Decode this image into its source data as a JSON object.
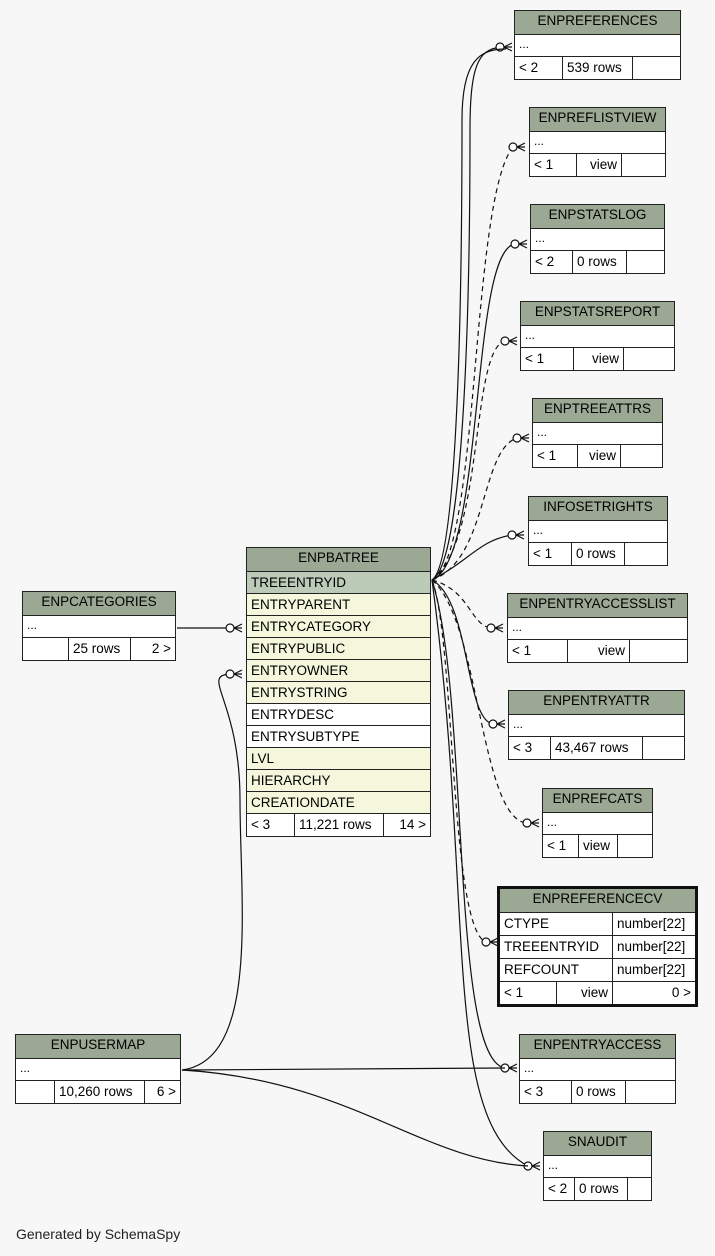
{
  "diagram_title": "",
  "tables": {
    "enpreferences": {
      "name": "ENPREFERENCES",
      "cols": "...",
      "foot": [
        "< 2",
        "539 rows",
        ""
      ]
    },
    "enpreflistview": {
      "name": "ENPREFLISTVIEW",
      "cols": "...",
      "foot": [
        "< 1",
        "view",
        ""
      ]
    },
    "enpstatslog": {
      "name": "ENPSTATSLOG",
      "cols": "...",
      "foot": [
        "< 2",
        "0 rows",
        ""
      ]
    },
    "enpstatsreport": {
      "name": "ENPSTATSREPORT",
      "cols": "...",
      "foot": [
        "< 1",
        "view",
        ""
      ]
    },
    "enptreeattrs": {
      "name": "ENPTREEATTRS",
      "cols": "...",
      "foot": [
        "< 1",
        "view",
        ""
      ]
    },
    "infosetrights": {
      "name": "INFOSETRIGHTS",
      "cols": "...",
      "foot": [
        "< 1",
        "0 rows",
        ""
      ]
    },
    "enpentryaccesslist": {
      "name": "ENPENTRYACCESSLIST",
      "cols": "...",
      "foot": [
        "< 1",
        "view",
        ""
      ]
    },
    "enpentryattr": {
      "name": "ENPENTRYATTR",
      "cols": "...",
      "foot": [
        "< 3",
        "43,467 rows",
        ""
      ]
    },
    "enprefcats": {
      "name": "ENPREFCATS",
      "cols": "...",
      "foot": [
        "< 1",
        "view",
        ""
      ]
    },
    "enpreferencecv": {
      "name": "ENPREFERENCECV",
      "rows": [
        {
          "col": "CTYPE",
          "type": "number[22]"
        },
        {
          "col": "TREEENTRYID",
          "type": "number[22]"
        },
        {
          "col": "REFCOUNT",
          "type": "number[22]"
        }
      ],
      "foot": [
        "< 1",
        "view",
        "0 >"
      ]
    },
    "enpentryaccess": {
      "name": "ENPENTRYACCESS",
      "cols": "...",
      "foot": [
        "< 3",
        "0 rows",
        ""
      ]
    },
    "snaudit": {
      "name": "SNAUDIT",
      "cols": "...",
      "foot": [
        "< 2",
        "0 rows",
        ""
      ]
    },
    "enpcategories": {
      "name": "ENPCATEGORIES",
      "cols": "...",
      "foot": [
        "",
        "25 rows",
        "2 >"
      ]
    },
    "enpusermap": {
      "name": "ENPUSERMAP",
      "cols": "...",
      "foot": [
        "",
        "10,260 rows",
        "6 >"
      ]
    },
    "enpbatree": {
      "name": "ENPBATREE",
      "columns": [
        {
          "name": "TREEENTRYID",
          "kind": "pk"
        },
        {
          "name": "ENTRYPARENT",
          "kind": "fk"
        },
        {
          "name": "ENTRYCATEGORY",
          "kind": "fk"
        },
        {
          "name": "ENTRYPUBLIC",
          "kind": "fk"
        },
        {
          "name": "ENTRYOWNER",
          "kind": "fk"
        },
        {
          "name": "ENTRYSTRING",
          "kind": "fk"
        },
        {
          "name": "ENTRYDESC",
          "kind": "plain"
        },
        {
          "name": "ENTRYSUBTYPE",
          "kind": "plain"
        },
        {
          "name": "LVL",
          "kind": "fk"
        },
        {
          "name": "HIERARCHY",
          "kind": "fk"
        },
        {
          "name": "CREATIONDATE",
          "kind": "fk"
        }
      ],
      "foot": [
        "< 3",
        "11,221 rows",
        "14 >"
      ]
    }
  },
  "colors": {
    "header": "#9ba894",
    "pk": "#bccbb8",
    "fk": "#f4f7dc",
    "background": "#f7f7f7"
  },
  "footer": "Generated by SchemaSpy"
}
